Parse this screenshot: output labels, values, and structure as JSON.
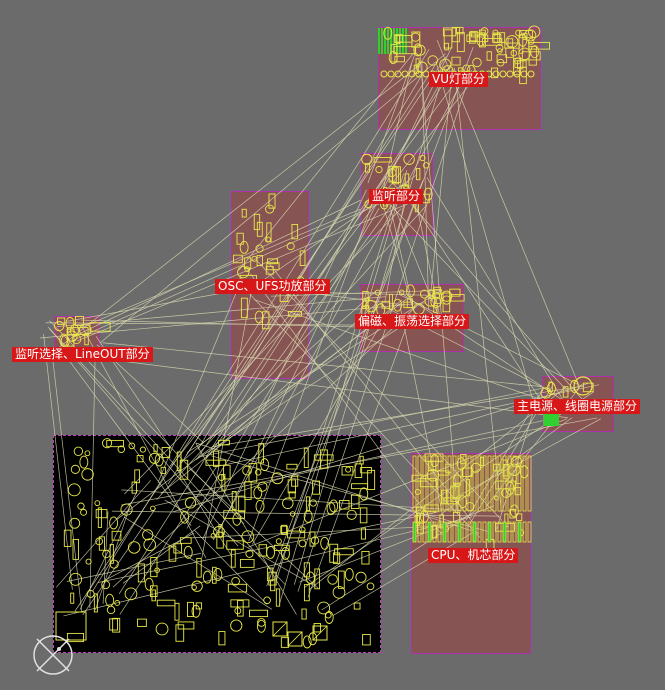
{
  "canvas": {
    "background_color": "#6b6b6b",
    "room_fill_color": "#8c5050",
    "room_border_color": "#b030b0",
    "label_bg_color": "#d81818",
    "footprint_color": "#e8e84a",
    "ratsnest_color": "#d8d8b0",
    "pad_green_color": "#30d030"
  },
  "rooms": [
    {
      "id": "vu",
      "label": "VU灯部分"
    },
    {
      "id": "monitor",
      "label": "监听部分"
    },
    {
      "id": "osc",
      "label": "OSC、UFS功放部分"
    },
    {
      "id": "bias",
      "label": "偏磁、振荡选择部分"
    },
    {
      "id": "lineout",
      "label": "监听选择、LineOUT部分"
    },
    {
      "id": "power",
      "label": "主电源、线圈电源部分"
    },
    {
      "id": "cpu",
      "label": "CPU、机芯部分"
    }
  ],
  "origin_marker": {
    "icon": "origin-crosshair-icon"
  }
}
